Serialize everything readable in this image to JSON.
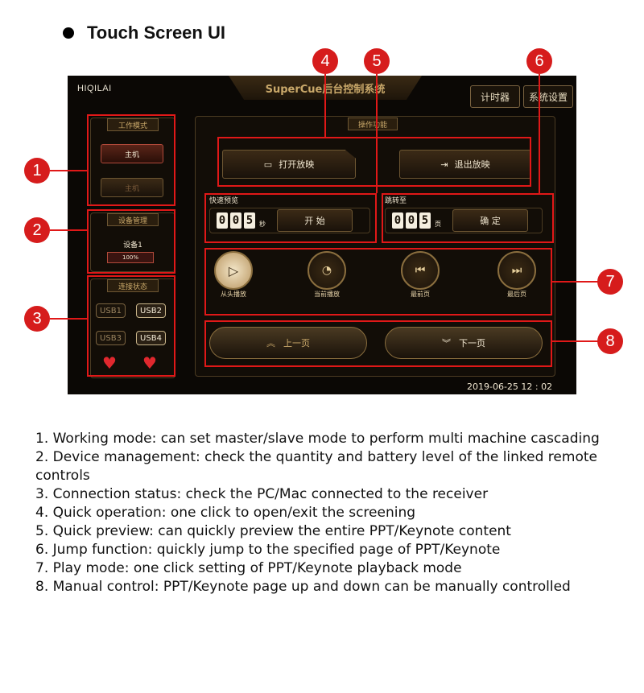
{
  "heading": "Touch Screen UI",
  "screen": {
    "brand": "HIQILAI",
    "title": "SuperCue后台控制系统",
    "timer_button": "计时器",
    "settings_button": "系统设置",
    "work_mode": {
      "label": "工作模式",
      "master": "主机",
      "slave": "主机"
    },
    "device_mgmt": {
      "label": "设备管理",
      "device": "设备1",
      "battery": "100%"
    },
    "connection": {
      "label": "连接状态",
      "usb1": "USB1",
      "usb2": "USB2",
      "usb3": "USB3",
      "usb4": "USB4"
    },
    "operation": {
      "label": "操作功能",
      "open": "打开放映",
      "exit": "退出放映"
    },
    "quick_preview": {
      "label": "快速预览",
      "digits": [
        "0",
        "0",
        "5"
      ],
      "unit": "秒",
      "start": "开 始"
    },
    "jump": {
      "label": "跳转至",
      "digits": [
        "0",
        "0",
        "5"
      ],
      "unit": "页",
      "confirm": "确 定"
    },
    "play_modes": [
      "从头播放",
      "当前播放",
      "最前页",
      "最后页"
    ],
    "prev_page": "上一页",
    "next_page": "下一页",
    "datetime": "2019-06-25  12 : 02"
  },
  "callouts": [
    "1",
    "2",
    "3",
    "4",
    "5",
    "6",
    "7",
    "8"
  ],
  "descriptions": [
    "1. Working mode: can set master/slave mode to perform multi machine cascading",
    "2. Device management: check the quantity and battery level of the linked remote controls",
    "3. Connection status: check the PC/Mac connected to the receiver",
    "4. Quick operation: one click to open/exit the screening",
    "5. Quick preview: can quickly preview the entire PPT/Keynote content",
    "6. Jump function: quickly jump to the specified page of PPT/Keynote",
    "7. Play mode: one click setting of PPT/Keynote playback mode",
    "8. Manual control: PPT/Keynote page up and down can be manually controlled"
  ],
  "colors": {
    "accent_red": "#e01818",
    "gold": "#c9a86a",
    "screen_bg": "#0b0805"
  }
}
